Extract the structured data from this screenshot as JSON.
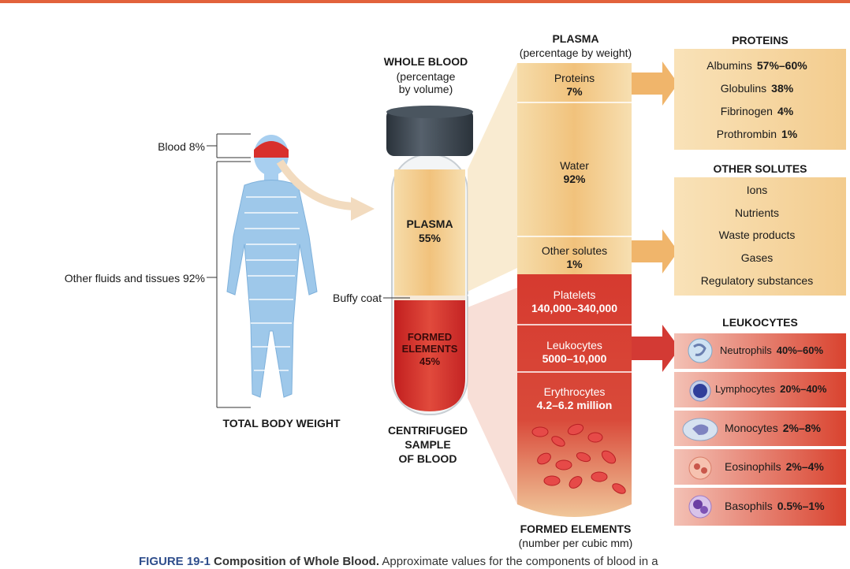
{
  "colors": {
    "accent": "#e2623c",
    "plasma": "#f2c987",
    "formed": "#cf2b2b",
    "body": "#9ec8ea",
    "cap": "#3b4550"
  },
  "figure": {
    "whole_blood_title": "WHOLE BLOOD",
    "whole_blood_sub1": "(percentage",
    "whole_blood_sub2": "by volume)",
    "blood_label": "Blood 8%",
    "other_fluids_label": "Other fluids and tissues 92%",
    "total_body_weight": "TOTAL BODY WEIGHT",
    "buffy_coat": "Buffy coat",
    "tube_plasma": "PLASMA",
    "tube_plasma_pct": "55%",
    "tube_formed_1": "FORMED",
    "tube_formed_2": "ELEMENTS",
    "tube_formed_pct": "45%",
    "centrifuged_1": "CENTRIFUGED",
    "centrifuged_2": "SAMPLE",
    "centrifuged_3": "OF BLOOD"
  },
  "plasma_column": {
    "title": "PLASMA",
    "subtitle": "(percentage by weight)",
    "proteins": "Proteins",
    "proteins_pct": "7%",
    "water": "Water",
    "water_pct": "92%",
    "other_solutes": "Other solutes",
    "other_solutes_pct": "1%"
  },
  "formed_column": {
    "platelets": "Platelets",
    "platelets_val": "140,000–340,000",
    "leukocytes": "Leukocytes",
    "leukocytes_val": "5000–10,000",
    "erythrocytes": "Erythrocytes",
    "erythrocytes_val": "4.2–6.2 million",
    "title": "FORMED ELEMENTS",
    "subtitle": "(number per cubic mm)"
  },
  "proteins": {
    "title": "PROTEINS",
    "items": [
      {
        "name": "Albumins",
        "value": "57%–60%"
      },
      {
        "name": "Globulins",
        "value": "38%"
      },
      {
        "name": "Fibrinogen",
        "value": "4%"
      },
      {
        "name": "Prothrombin",
        "value": "1%"
      }
    ]
  },
  "other_solutes": {
    "title": "OTHER SOLUTES",
    "items": [
      "Ions",
      "Nutrients",
      "Waste products",
      "Gases",
      "Regulatory substances"
    ]
  },
  "leukocytes": {
    "title": "LEUKOCYTES",
    "items": [
      {
        "name": "Neutrophils",
        "value": "40%–60%"
      },
      {
        "name": "Lymphocytes",
        "value": "20%–40%"
      },
      {
        "name": "Monocytes",
        "value": "2%–8%"
      },
      {
        "name": "Eosinophils",
        "value": "2%–4%"
      },
      {
        "name": "Basophils",
        "value": "0.5%–1%"
      }
    ]
  },
  "caption": {
    "label": "FIGURE 19-1",
    "title": "Composition of Whole Blood.",
    "text": "Approximate values for the components of blood in a"
  }
}
